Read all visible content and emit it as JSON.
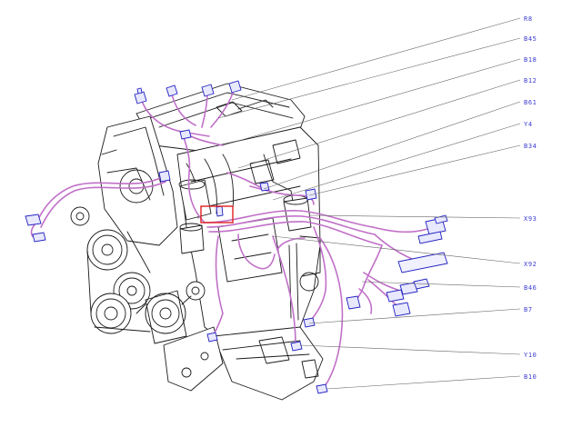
{
  "callouts": [
    {
      "id": "R8",
      "label": "R8"
    },
    {
      "id": "B45",
      "label": "B45"
    },
    {
      "id": "B18",
      "label": "B18"
    },
    {
      "id": "B12",
      "label": "B12"
    },
    {
      "id": "B61",
      "label": "B61"
    },
    {
      "id": "Y4",
      "label": "Y4"
    },
    {
      "id": "B34",
      "label": "B34"
    },
    {
      "id": "X93",
      "label": "X93"
    },
    {
      "id": "X92",
      "label": "X92"
    },
    {
      "id": "B46",
      "label": "B46"
    },
    {
      "id": "B7",
      "label": "B7"
    },
    {
      "id": "Y10",
      "label": "Y10"
    },
    {
      "id": "B10",
      "label": "B10"
    }
  ],
  "colors": {
    "harness": "#c070c8",
    "connector": "#2020c0",
    "label": "#3a3ad0",
    "highlight": "#e02020",
    "outline": "#1a1a1a"
  }
}
